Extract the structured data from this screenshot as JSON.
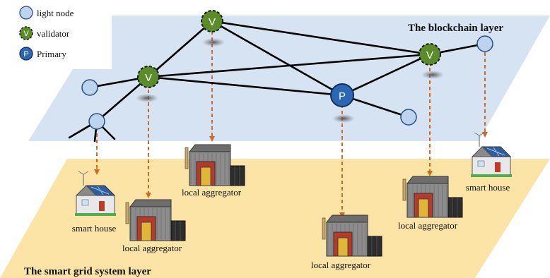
{
  "legend": {
    "light_node": "light node",
    "validator": "validator",
    "primary": "Primary",
    "validator_symbol": "V",
    "primary_symbol": "P"
  },
  "layers": {
    "blockchain": "The blockchain layer",
    "smart_grid": "The smart grid system layer"
  },
  "facilities": {
    "smart_house_left": "smart house",
    "smart_house_right": "smart house",
    "aggregator_1": "local aggregator",
    "aggregator_2": "local aggregator",
    "aggregator_3": "local aggregator",
    "aggregator_4": "local aggregator"
  },
  "colors": {
    "blockchain_plane": "#d5e3f3",
    "grid_plane": "#fbe4a5",
    "light_node": "#bcd4ee",
    "validator": "#5a8d2a",
    "primary": "#2b67b3",
    "link_arrow": "#d2691e"
  },
  "icons": {
    "house": "smart-house-icon",
    "aggregator": "factory-icon"
  }
}
